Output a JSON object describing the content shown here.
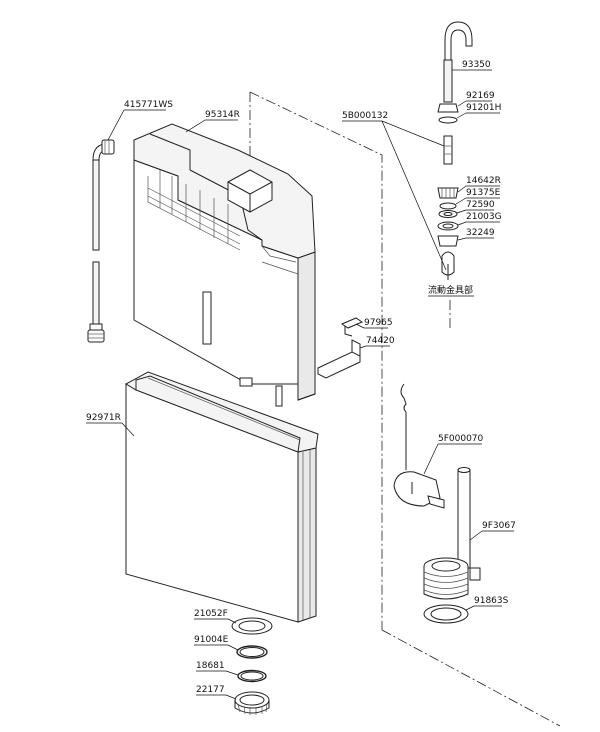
{
  "diagram": {
    "parts": [
      {
        "id": "p1",
        "code": "93350"
      },
      {
        "id": "p2",
        "code": "92169"
      },
      {
        "id": "p3",
        "code": "91201H"
      },
      {
        "id": "p4",
        "code": "5B000132"
      },
      {
        "id": "p5",
        "code": "14642R"
      },
      {
        "id": "p6",
        "code": "91375E"
      },
      {
        "id": "p7",
        "code": "72590"
      },
      {
        "id": "p8",
        "code": "21003G"
      },
      {
        "id": "p9",
        "code": "32249"
      },
      {
        "id": "p10",
        "code": "流動金具部"
      },
      {
        "id": "p11",
        "code": "415771WS"
      },
      {
        "id": "p12",
        "code": "95314R"
      },
      {
        "id": "p13",
        "code": "97965"
      },
      {
        "id": "p14",
        "code": "74420"
      },
      {
        "id": "p15",
        "code": "92971R"
      },
      {
        "id": "p16",
        "code": "5F000070"
      },
      {
        "id": "p17",
        "code": "9F3067"
      },
      {
        "id": "p18",
        "code": "91863S"
      },
      {
        "id": "p19",
        "code": "21052F"
      },
      {
        "id": "p20",
        "code": "91004E"
      },
      {
        "id": "p21",
        "code": "18681"
      },
      {
        "id": "p22",
        "code": "22177"
      }
    ]
  }
}
